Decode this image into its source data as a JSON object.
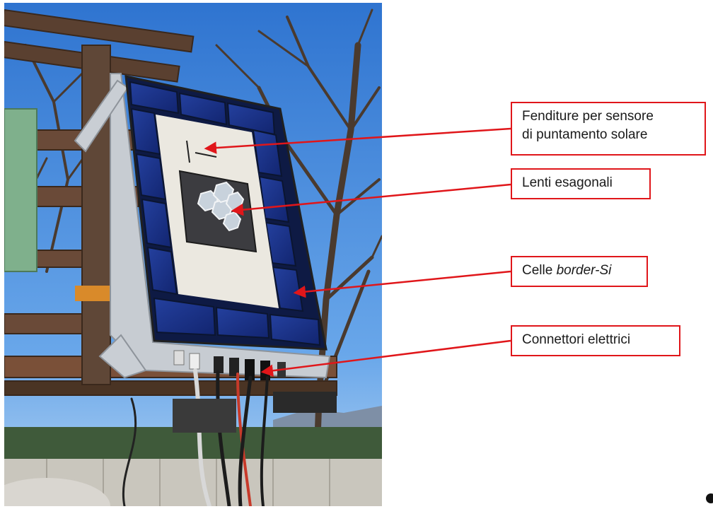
{
  "callouts": {
    "slits": {
      "line1": "Fenditure per sensore",
      "line2": "di puntamento solare"
    },
    "lenses": {
      "text": "Lenti esagonali"
    },
    "cells": {
      "prefix": "Celle ",
      "italic": "border-Si"
    },
    "connectors": {
      "text": "Connettori elettrici"
    }
  },
  "colors": {
    "callout_border": "#e0161a",
    "arrow": "#e0161a",
    "sky": "#3b82d6",
    "solar_cell": "#1a2f8c",
    "panel_face": "#e9e6de"
  },
  "icons": [
    "photo-module",
    "arrow"
  ]
}
